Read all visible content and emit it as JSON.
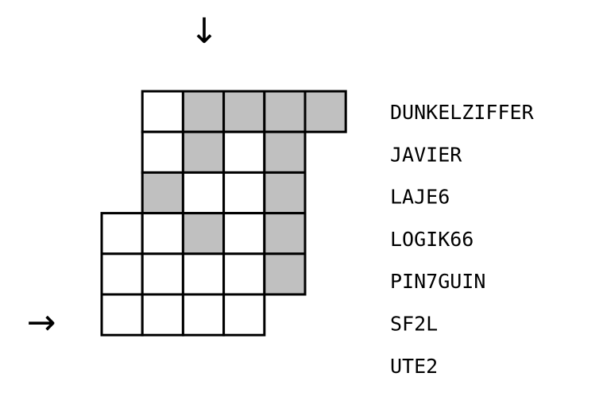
{
  "puzzle": {
    "top_arrow": "↓",
    "left_arrow": "→",
    "colors": {
      "filled": "#c0c0c0",
      "empty": "#ffffff",
      "grid_line": "#000000"
    },
    "rows": [
      {
        "start_col": 1,
        "cells": [
          0,
          1,
          1,
          1,
          1
        ]
      },
      {
        "start_col": 1,
        "cells": [
          0,
          1,
          0,
          1
        ]
      },
      {
        "start_col": 1,
        "cells": [
          1,
          0,
          0,
          1
        ]
      },
      {
        "start_col": 0,
        "cells": [
          0,
          0,
          1,
          0,
          1
        ]
      },
      {
        "start_col": 0,
        "cells": [
          0,
          0,
          0,
          0,
          1
        ]
      },
      {
        "start_col": 0,
        "cells": [
          0,
          0,
          0,
          0
        ]
      }
    ],
    "words": [
      "DUNKELZIFFER",
      "JAVIER",
      "LAJE6",
      "LOGIK66",
      "PIN7GUIN",
      "SF2L",
      "UTE2"
    ]
  }
}
